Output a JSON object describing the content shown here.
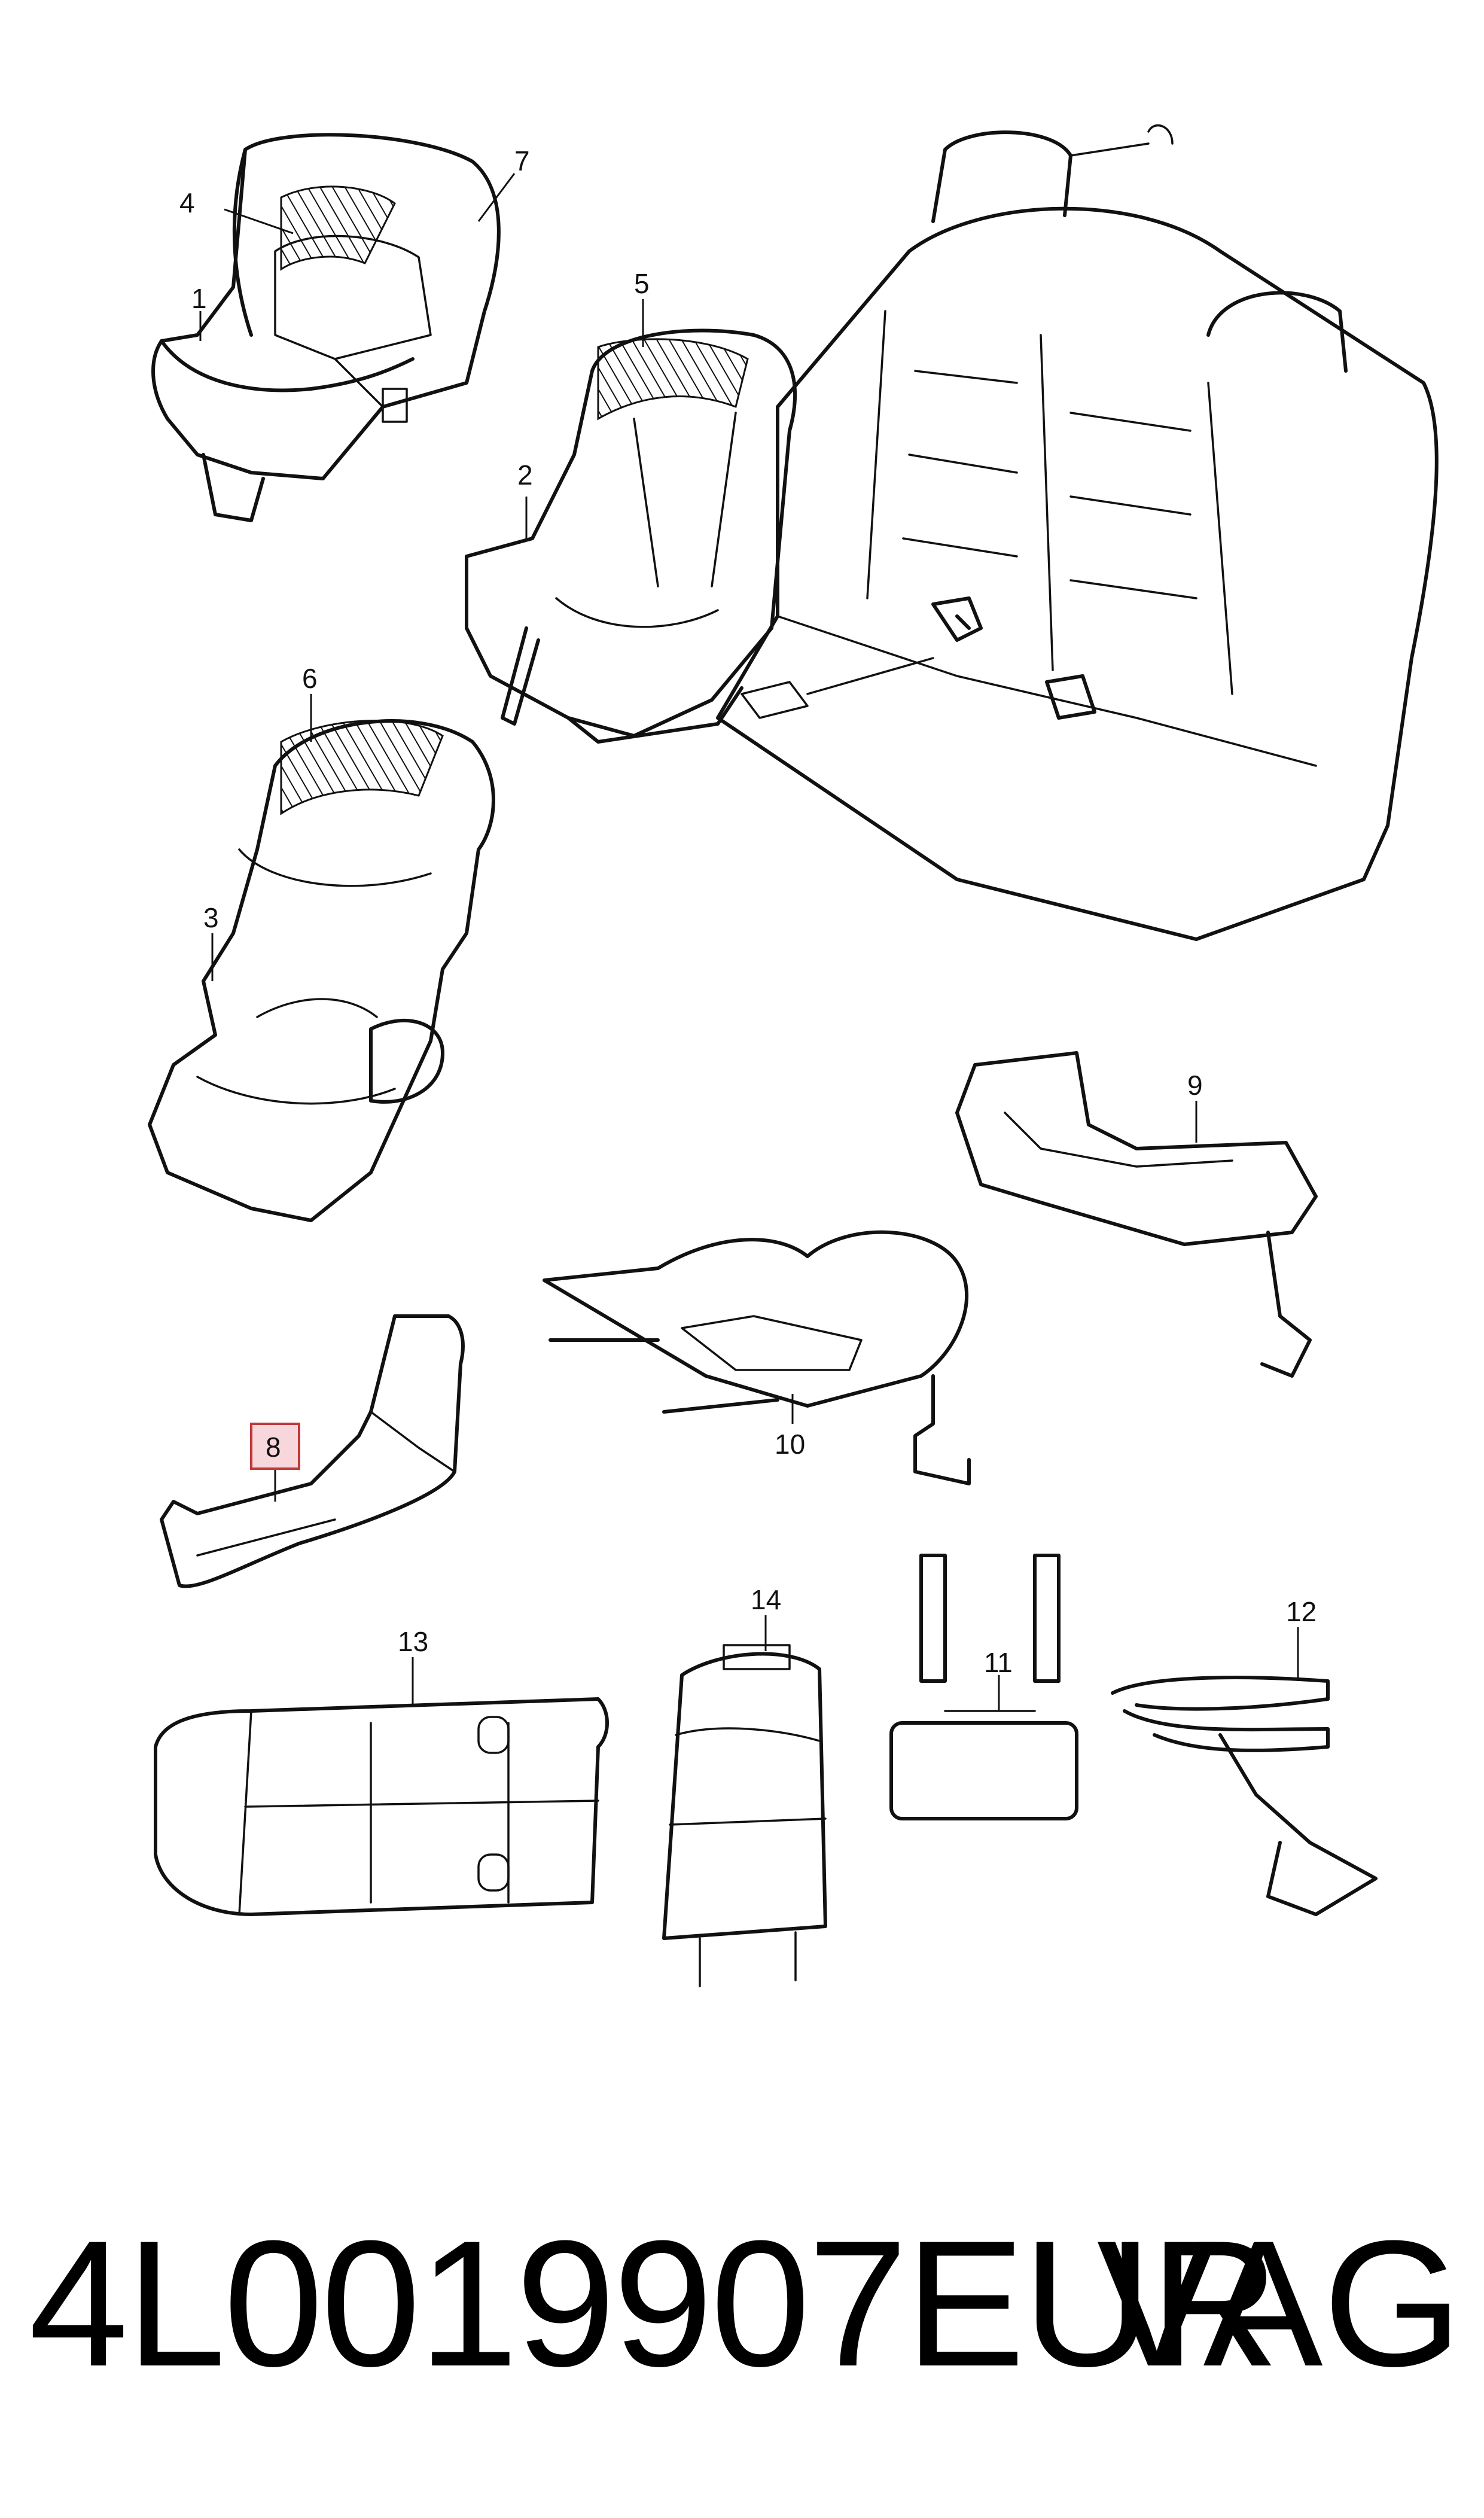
{
  "callouts": {
    "c1": "1",
    "c2": "2",
    "c3": "3",
    "c4": "4",
    "c5": "5",
    "c6": "6",
    "c7": "7",
    "c8": "8",
    "c9": "9",
    "c10": "10",
    "c11": "11",
    "c12": "12",
    "c13": "13",
    "c14": "14"
  },
  "highlight_color": "#f7d6dc",
  "footer": {
    "part_number": "4L0019907EUR",
    "brand": "VAG"
  }
}
